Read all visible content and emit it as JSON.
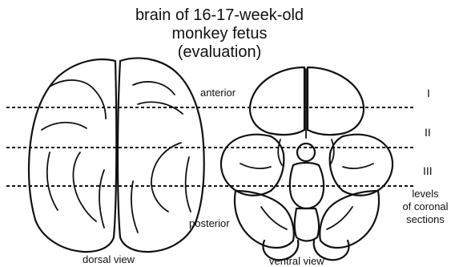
{
  "title": {
    "line1": "brain of 16-17-week-old",
    "line2": "monkey fetus",
    "line3": "(evaluation)"
  },
  "labels": {
    "anterior": "anterior",
    "posterior": "posterior",
    "dorsal_view": "dorsal view",
    "ventral_view": "ventral view"
  },
  "levels": {
    "level1": "I",
    "level2": "II",
    "level3": "III",
    "caption_line1": "levels",
    "caption_line2": "of coronal",
    "caption_line3": "sections"
  }
}
